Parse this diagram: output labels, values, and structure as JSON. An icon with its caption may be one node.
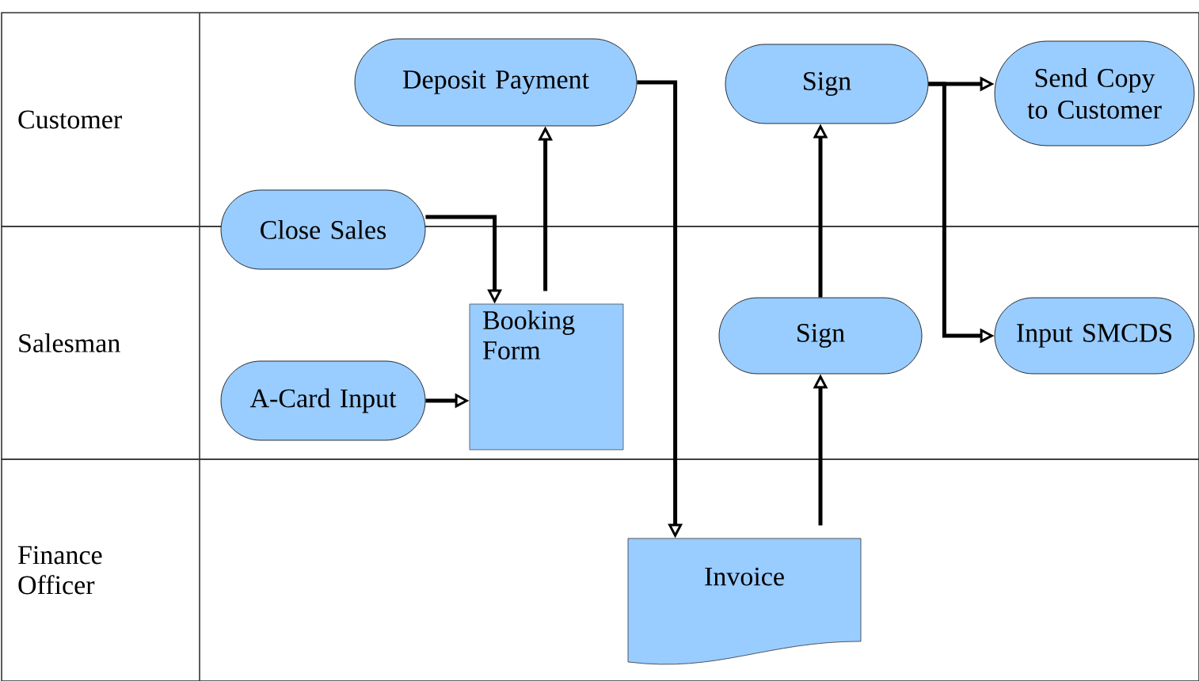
{
  "diagram": {
    "nodes": [
      {
        "text": [
          "Customer"
        ]
      },
      {
        "text": [
          "Salesman"
        ]
      },
      {
        "text": [
          "Finance Officer"
        ]
      },
      {
        "text": [
          "Deposit Payment"
        ],
        "in": 0
      },
      {
        "text": [
          "Sign"
        ],
        "in": 0
      },
      {
        "text": [
          "Send Copy to Customer"
        ],
        "in": 0
      },
      {
        "text": [
          "Close Sales"
        ]
      },
      {
        "text": [
          "A-Card Input"
        ],
        "in": 1
      },
      {
        "text": [
          "Booking Form"
        ],
        "in": 1
      },
      {
        "text": [
          "Sign"
        ],
        "in": 1
      },
      {
        "text": [
          "Input SMCDS"
        ],
        "in": 1
      },
      {
        "text": [
          "Invoice"
        ],
        "in": 2
      }
    ],
    "edges": [
      {
        "from": 6,
        "to": 8,
        "arrow": "to"
      },
      {
        "from": 7,
        "to": 8,
        "arrow": "to"
      },
      {
        "from": 8,
        "to": 3,
        "arrow": "to"
      },
      {
        "from": 3,
        "to": 11,
        "arrow": "to"
      },
      {
        "from": 11,
        "to": 9,
        "arrow": "to"
      },
      {
        "from": 9,
        "to": 4,
        "arrow": "to"
      },
      {
        "from": 4,
        "to": 5,
        "arrow": "to"
      },
      {
        "from": 4,
        "to": 10,
        "arrow": "to"
      }
    ]
  }
}
